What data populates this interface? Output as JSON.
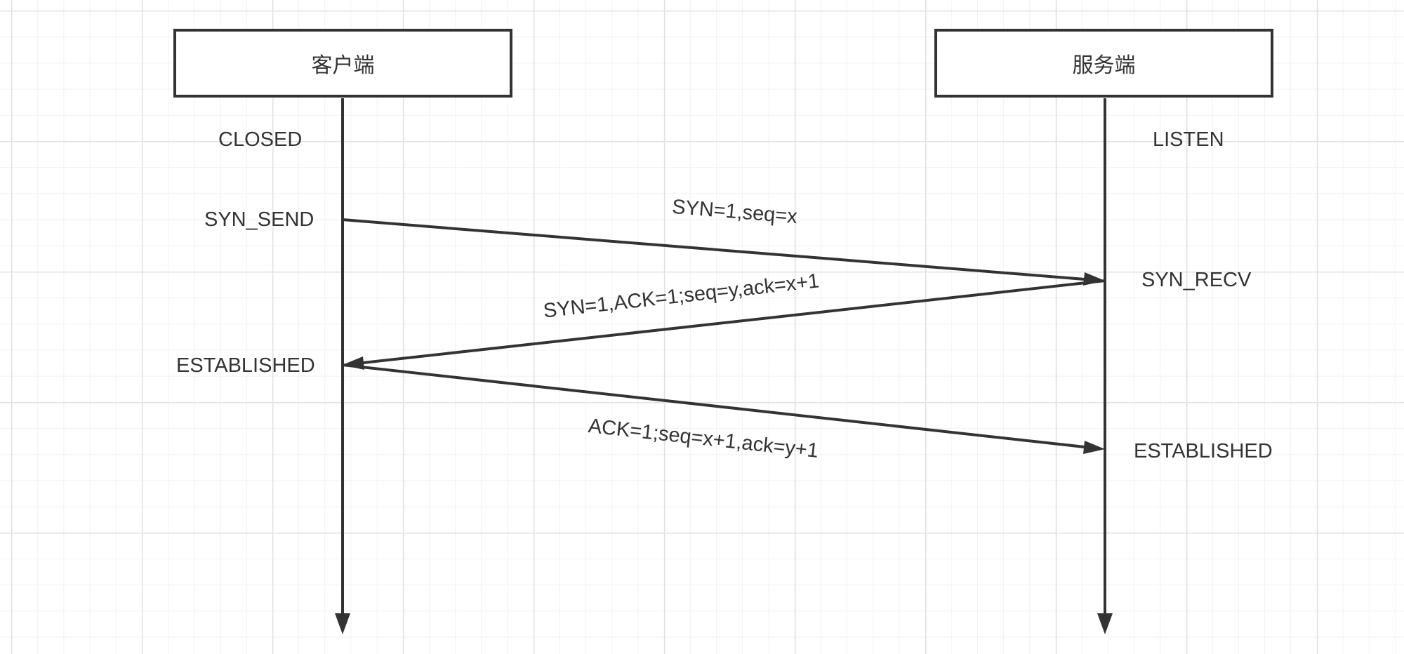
{
  "participants": {
    "client": "客户端",
    "server": "服务端"
  },
  "client_states": {
    "closed": "CLOSED",
    "syn_send": "SYN_SEND",
    "established": "ESTABLISHED"
  },
  "server_states": {
    "listen": "LISTEN",
    "syn_recv": "SYN_RECV",
    "established": "ESTABLISHED"
  },
  "messages": {
    "syn": "SYN=1,seq=x",
    "syn_ack": "SYN=1,ACK=1;seq=y,ack=x+1",
    "ack": "ACK=1;seq=x+1,ack=y+1"
  },
  "colors": {
    "line": "#333333",
    "grid_major": "#e2e2e2",
    "grid_minor": "#f2f2f2"
  }
}
